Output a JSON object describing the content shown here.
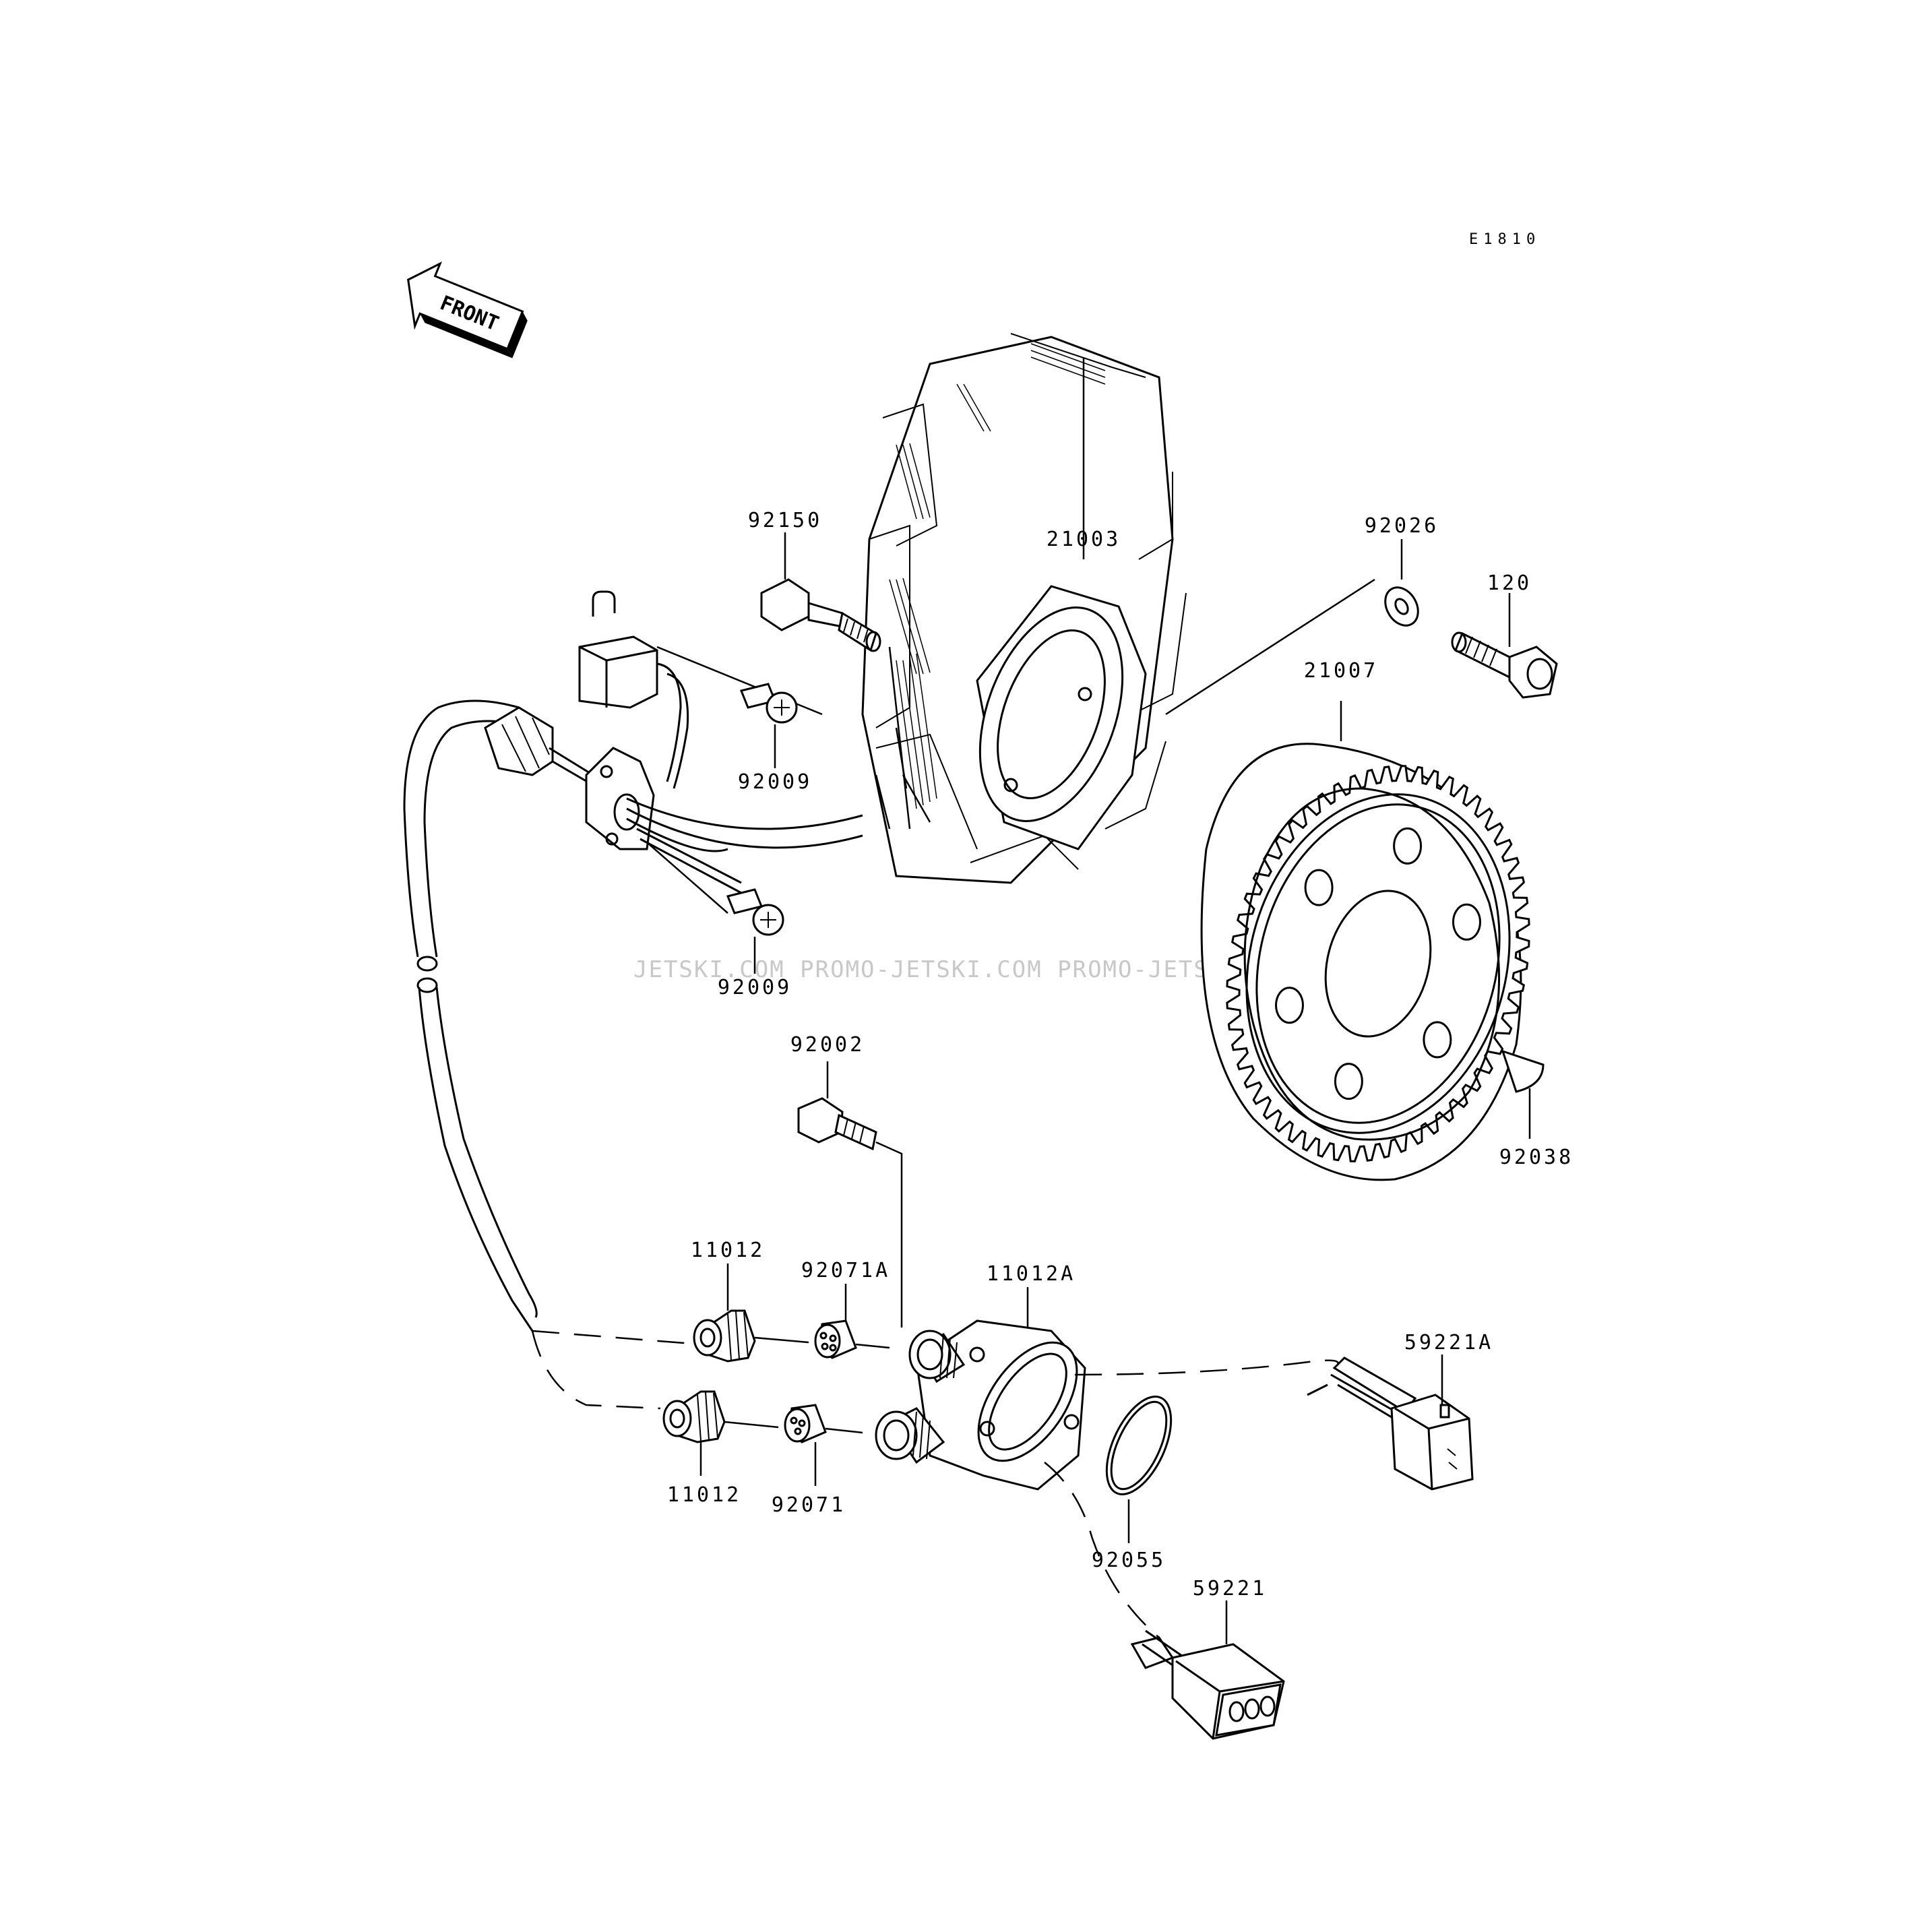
{
  "diagram_code": "E1810",
  "front_label": "FRONT",
  "watermark": "JETSKI.COM  PROMO-JETSKI.COM  PROMO-JETSKI.COM",
  "parts": {
    "p92150": "92150",
    "p21003": "21003",
    "p92026": "92026",
    "p120": "120",
    "p21007": "21007",
    "p92009a": "92009",
    "p92009b": "92009",
    "p92002": "92002",
    "p92038": "92038",
    "p11012a": "11012",
    "p92071A": "92071A",
    "p11012A": "11012A",
    "p59221A": "59221A",
    "p11012b": "11012",
    "p92071": "92071",
    "p92055": "92055",
    "p59221": "59221"
  }
}
